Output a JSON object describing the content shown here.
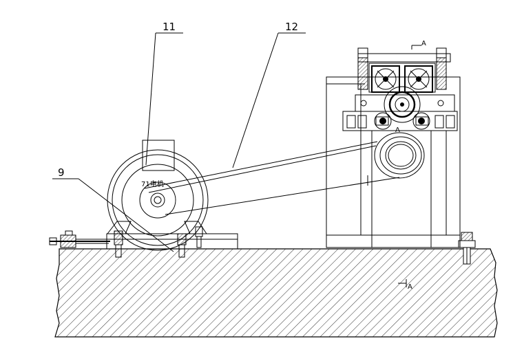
{
  "diagram": {
    "callouts": {
      "part_11": "11",
      "part_12": "12",
      "part_9": "9"
    },
    "motor_label": "71电机",
    "section_marks": {
      "top": "A",
      "middle": "A",
      "bottom": "A"
    }
  }
}
